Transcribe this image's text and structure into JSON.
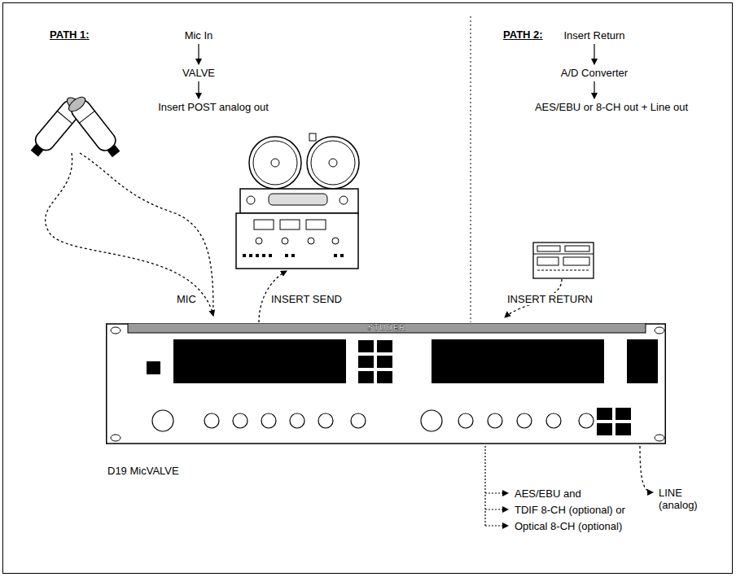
{
  "diagram": {
    "nodes": [
      {
        "text": [
          "Mic In"
        ]
      },
      {
        "text": [
          "VALVE"
        ]
      },
      {
        "text": [
          "Insert POST analog out"
        ]
      },
      {
        "text": [
          "Insert Return"
        ]
      },
      {
        "text": [
          "A/D Converter"
        ]
      },
      {
        "text": [
          "AES/EBU or 8-CH out + Line out"
        ]
      },
      {
        "text": [
          "STUDER",
          "D19 MicVALVE"
        ]
      }
    ],
    "edges": [
      {
        "from": 0,
        "to": 1,
        "arrow": "to"
      },
      {
        "from": 1,
        "to": 2,
        "arrow": "to"
      },
      {
        "from": 3,
        "to": 4,
        "arrow": "to"
      },
      {
        "from": 4,
        "to": 5,
        "arrow": "to"
      }
    ],
    "labels": [
      "PATH 1:",
      "PATH 2:",
      "MIC",
      "INSERT SEND",
      "INSERT RETURN",
      "AES/EBU and",
      "TDIF 8-CH (optional) or",
      "Optical 8-CH (optional)",
      "LINE (analog)"
    ]
  }
}
